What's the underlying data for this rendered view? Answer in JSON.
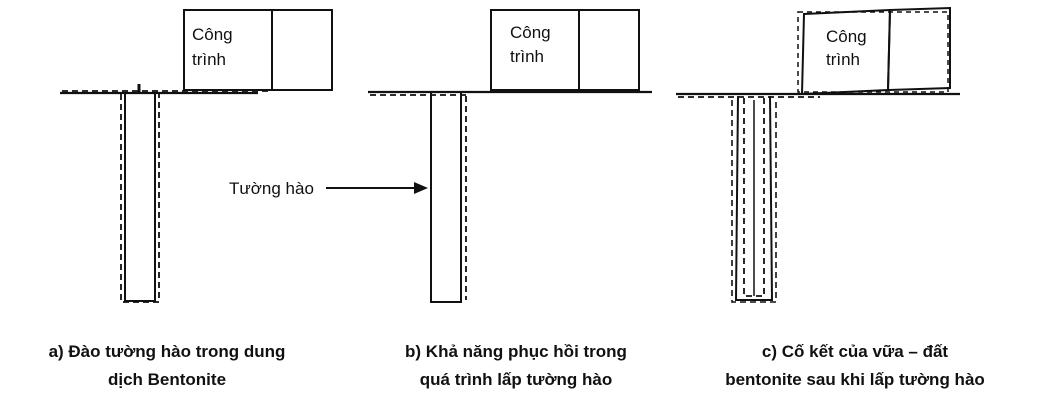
{
  "panels": [
    {
      "building_label_line1": "Công",
      "building_label_line2": "trình",
      "caption_line1": "a) Đào tường hào trong dung",
      "caption_line2": "dịch Bentonite"
    },
    {
      "building_label_line1": "Công",
      "building_label_line2": "trình",
      "caption_line1": "b) Khả năng phục hồi trong",
      "caption_line2": "quá trình lấp tường hào"
    },
    {
      "building_label_line1": "Công",
      "building_label_line2": "trình",
      "caption_line1": "c) Cố kết của vữa – đất",
      "caption_line2": "bentonite sau khi lấp tường hào"
    }
  ],
  "annotation": {
    "label": "Tường hào"
  }
}
